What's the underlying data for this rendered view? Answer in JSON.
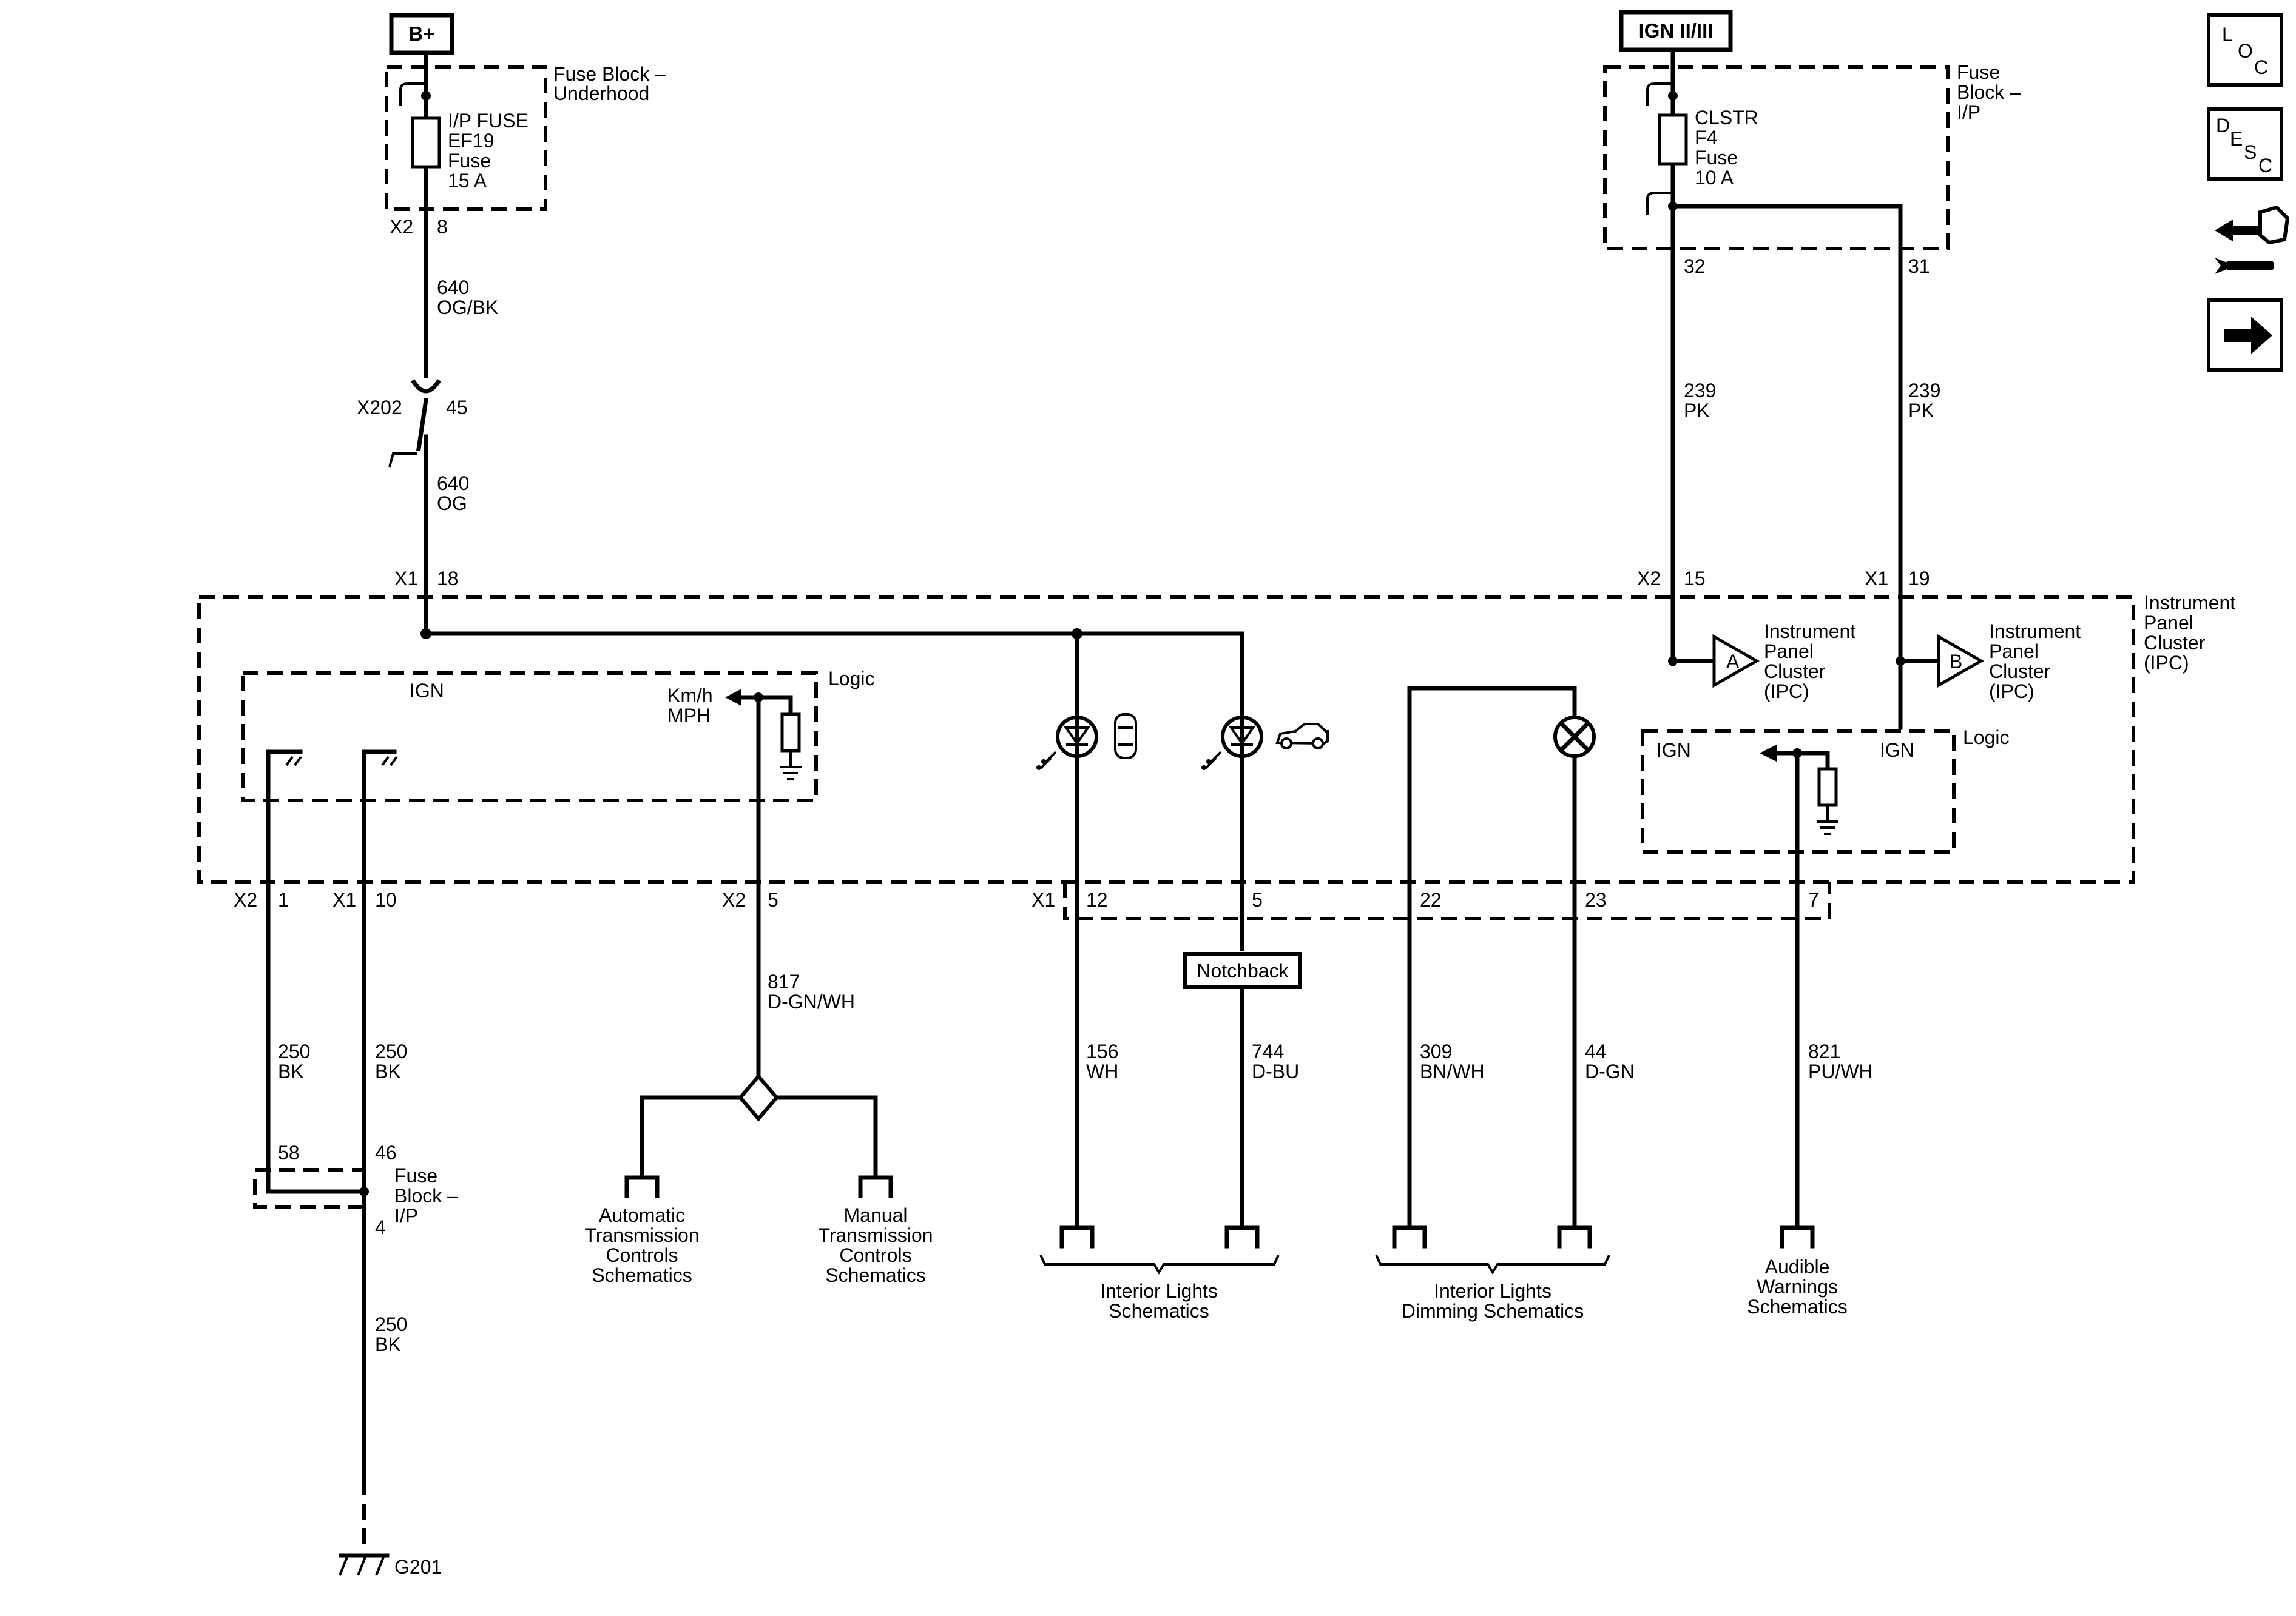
{
  "power": {
    "bplus": "B+",
    "ign": "IGN II/III"
  },
  "fuse_underhood": {
    "block_label": [
      "Fuse Block –",
      "Underhood"
    ],
    "fuse_label": [
      "I/P FUSE",
      "EF19",
      "Fuse",
      "15 A"
    ],
    "conn": "X2",
    "pin": "8"
  },
  "fuse_ip_top": {
    "block_label": [
      "Fuse",
      "Block –",
      "I/P"
    ],
    "fuse_label": [
      "CLSTR",
      "F4",
      "Fuse",
      "10 A"
    ],
    "pin_left": "32",
    "pin_right": "31"
  },
  "wires": {
    "w640_obk": [
      "640",
      "OG/BK"
    ],
    "w640_og": [
      "640",
      "OG"
    ],
    "w239_left": [
      "239",
      "PK"
    ],
    "w239_right": [
      "239",
      "PK"
    ],
    "w250_a": [
      "250",
      "BK"
    ],
    "w250_b": [
      "250",
      "BK"
    ],
    "w250_c": [
      "250",
      "BK"
    ],
    "w817": [
      "817",
      "D-GN/WH"
    ],
    "w156": [
      "156",
      "WH"
    ],
    "w744": [
      "744",
      "D-BU"
    ],
    "w309": [
      "309",
      "BN/WH"
    ],
    "w44": [
      "44",
      "D-GN"
    ],
    "w821": [
      "821",
      "PU/WH"
    ]
  },
  "x202": {
    "name": "X202",
    "pin": "45"
  },
  "ipc": {
    "label": [
      "Instrument",
      "Panel",
      "Cluster",
      "(IPC)"
    ],
    "top_pins": [
      {
        "conn": "X1",
        "pin": "18"
      },
      {
        "conn": "X2",
        "pin": "15"
      },
      {
        "conn": "X1",
        "pin": "19"
      }
    ],
    "bottom_pins": [
      {
        "conn": "X2",
        "pin": "1"
      },
      {
        "conn": "X1",
        "pin": "10"
      },
      {
        "conn": "X2",
        "pin": "5"
      },
      {
        "conn": "X1",
        "pin": "12"
      },
      {
        "pin": "5"
      },
      {
        "pin": "22"
      },
      {
        "pin": "23"
      },
      {
        "pin": "7"
      }
    ],
    "logic_left": {
      "title": "Logic",
      "ign": "IGN",
      "speed": [
        "Km/h",
        "MPH"
      ]
    },
    "logic_right": {
      "title": "Logic",
      "ign_left": "IGN",
      "ign_right": "IGN"
    },
    "ref_a": {
      "letter": "A",
      "label": [
        "Instrument",
        "Panel",
        "Cluster",
        "(IPC)"
      ]
    },
    "ref_b": {
      "letter": "B",
      "label": [
        "Instrument",
        "Panel",
        "Cluster",
        "(IPC)"
      ]
    }
  },
  "notchback": "Notchback",
  "fuse_ip_bottom": {
    "label": [
      "Fuse",
      "Block –",
      "I/P"
    ],
    "pin_58": "58",
    "pin_46": "46",
    "pin_4": "4"
  },
  "ground": "G201",
  "references": {
    "auto_trans": [
      "Automatic",
      "Transmission",
      "Controls",
      "Schematics"
    ],
    "manual_trans": [
      "Manual",
      "Transmission",
      "Controls",
      "Schematics"
    ],
    "interior": [
      "Interior Lights",
      "Schematics"
    ],
    "dimming": [
      "Interior Lights",
      "Dimming Schematics"
    ],
    "audible": [
      "Audible",
      "Warnings",
      "Schematics"
    ]
  },
  "nav": {
    "loc": [
      "L",
      "O",
      "C"
    ],
    "desc": [
      "D",
      "E",
      "S",
      "C"
    ],
    "icons": [
      "loc-icon",
      "desc-icon",
      "connector-repair-icon",
      "next-arrow-icon"
    ]
  }
}
